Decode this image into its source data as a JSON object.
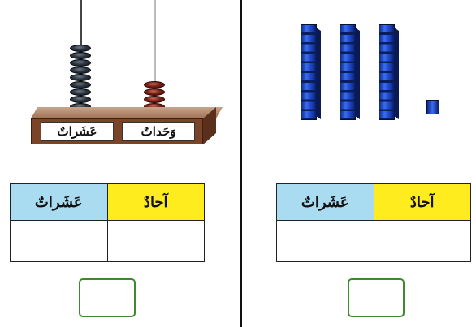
{
  "left_panel": {
    "abacus": {
      "tens_label": "عَشَراتٌ",
      "units_label": "وَحَداتٌ",
      "tens_beads": 9,
      "units_beads": 4,
      "tens_bead_color": "#1e2833",
      "units_bead_color": "#7a1f15"
    },
    "table": {
      "tens_header": "عَشَراتٌ",
      "units_header": "آحادٌ",
      "tens_value": "",
      "units_value": ""
    },
    "answer_value": ""
  },
  "right_panel": {
    "blocks": {
      "tens_rods": 3,
      "unit_cubes": 1,
      "block_color": "#1f47c8"
    },
    "table": {
      "tens_header": "عَشَراتٌ",
      "units_header": "آحادٌ",
      "tens_value": "",
      "units_value": ""
    },
    "answer_value": ""
  },
  "colors": {
    "tens_header_bg": "#a9dcf0",
    "units_header_bg": "#ffec1f",
    "answer_box_border": "#3d8a2e"
  }
}
